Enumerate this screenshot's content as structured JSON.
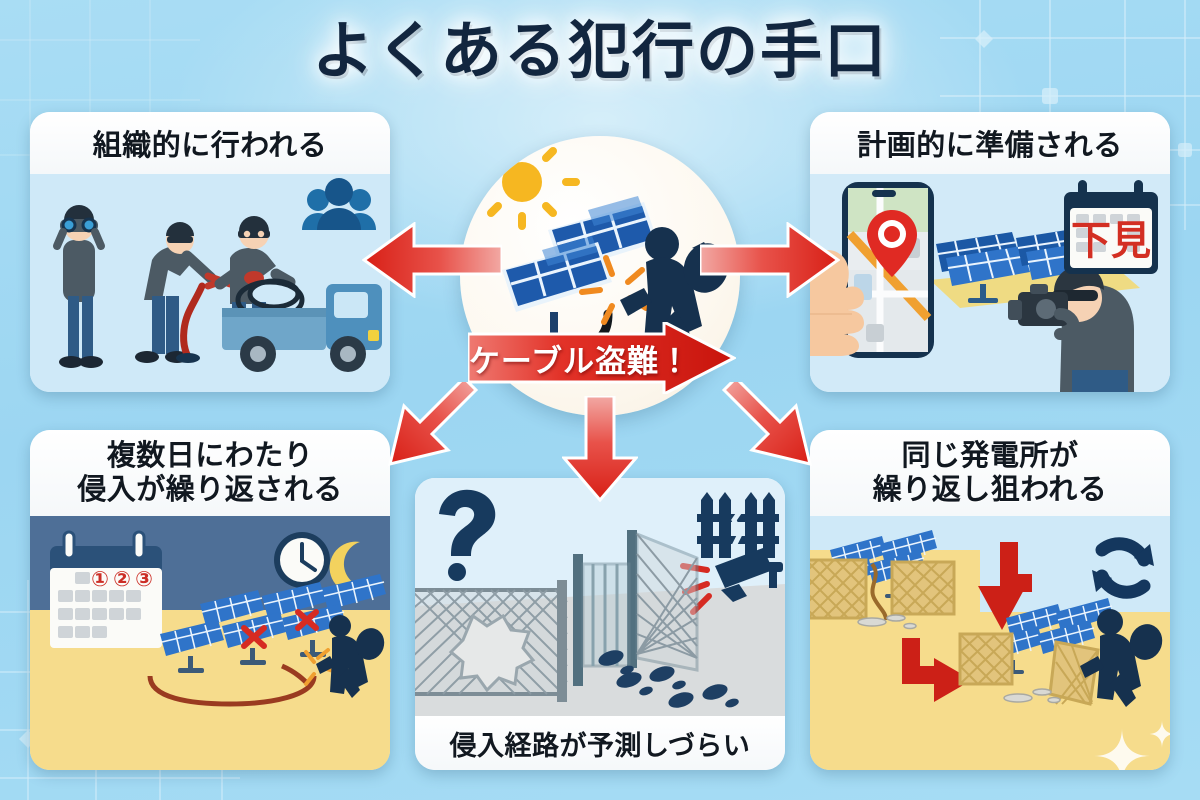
{
  "page": {
    "title": "よくある犯行の手口",
    "background_color": "#9ed9f3",
    "accent_red": "#e02a23",
    "accent_navy": "#14375e"
  },
  "center": {
    "badge_label": "ケーブル盗難！",
    "badge_color": "#e02a23",
    "scene_icons": [
      "sun-icon",
      "solar-panel-icon",
      "cut-cable-icon",
      "spark-icon",
      "thief-with-sack-icon"
    ]
  },
  "panels": [
    {
      "id": "organized",
      "position": "top-left",
      "heading_line1": "組織的に行われる",
      "heading_line2": "",
      "scene_icons": [
        "lookout-with-binoculars-icon",
        "masked-thief-cutting-cable-icon",
        "masked-thief-loading-icon",
        "cable-coil-icon",
        "blue-truck-icon",
        "group-of-people-icon"
      ],
      "background_color": "#cfe9f8"
    },
    {
      "id": "planned",
      "position": "top-right",
      "heading_line1": "計画的に準備される",
      "heading_line2": "",
      "calendar_label": "下見",
      "scene_icons": [
        "hand-holding-smartphone-icon",
        "map-pin-icon",
        "solar-panel-icon",
        "photographer-icon",
        "calendar-icon"
      ],
      "background_color": "#d2eaf8"
    },
    {
      "id": "multi-day",
      "position": "bottom-left",
      "heading_line1": "複数日にわたり",
      "heading_line2": "侵入が繰り返される",
      "calendar_marks": [
        "①",
        "②",
        "③"
      ],
      "scene_icons": [
        "calendar-icon",
        "clock-icon",
        "crescent-moon-icon",
        "solar-panel-array-icon",
        "red-x-mark-icon",
        "thief-icon"
      ],
      "background_color": "#f6dc8c"
    },
    {
      "id": "unpredictable-route",
      "position": "bottom-center",
      "heading_line1": "侵入経路が予測しづらい",
      "heading_line2": "",
      "scene_icons": [
        "question-mark-icon",
        "cut-chain-link-fence-icon",
        "open-gate-icon",
        "footprints-icon",
        "broken-fence-icon",
        "security-camera-icon",
        "alert-lines-icon"
      ],
      "background_color": "#dff0fa"
    },
    {
      "id": "repeat-target",
      "position": "bottom-right",
      "heading_line1": "同じ発電所が",
      "heading_line2": "繰り返し狙われる",
      "scene_icons": [
        "solar-panel-array-icon",
        "damaged-fence-icon",
        "cut-cable-debris-icon",
        "red-curved-arrow-icon",
        "repeat-cycle-icon",
        "thief-with-sack-icon"
      ],
      "background_color": "#f6dc8c"
    }
  ],
  "arrows": [
    {
      "name": "arrow-to-organized",
      "direction": "left",
      "target": "organized"
    },
    {
      "name": "arrow-to-planned",
      "direction": "right",
      "target": "planned"
    },
    {
      "name": "arrow-to-multi-day",
      "direction": "down-left",
      "target": "multi-day"
    },
    {
      "name": "arrow-to-unpredictable-route",
      "direction": "down",
      "target": "unpredictable-route"
    },
    {
      "name": "arrow-to-repeat-target",
      "direction": "down-right",
      "target": "repeat-target"
    }
  ]
}
